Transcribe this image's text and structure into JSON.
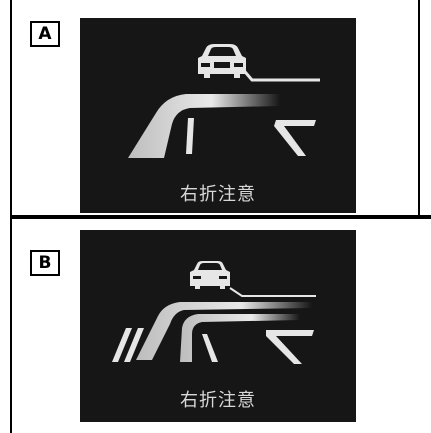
{
  "panels": [
    {
      "label": "A",
      "caption": "右折注意"
    },
    {
      "label": "B",
      "caption": "右折注意"
    }
  ],
  "colors": {
    "screen_background": "#161616",
    "road_line": "#e6e6e6",
    "caption_text": "#d8d8d8"
  },
  "icons": {
    "vehicle": "car-front-icon"
  }
}
